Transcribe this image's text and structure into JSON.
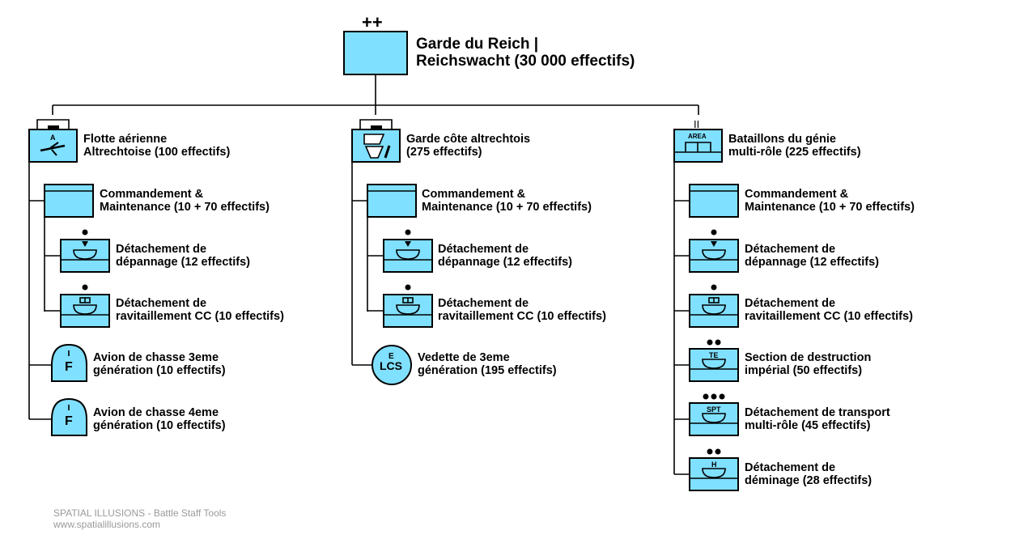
{
  "root": {
    "line1": "Garde du Reich |",
    "line2": "Reichswacht (30 000 effectifs)",
    "echelon": "++"
  },
  "units": {
    "air": {
      "line1": "Flotte aérienne",
      "line2": "Altrechtoise (100 effectifs)",
      "mod": "A"
    },
    "coast": {
      "line1": "Garde côte altrechtois",
      "line2": "(275 effectifs)"
    },
    "eng": {
      "line1": "Bataillons du génie",
      "line2": "multi-rôle (225 effectifs)",
      "mod": "AREA",
      "echelon": "II"
    }
  },
  "sub": {
    "cmd": {
      "line1": "Commandement &",
      "line2": "Maintenance (10 + 70 effectifs)"
    },
    "dep": {
      "line1": "Détachement de",
      "line2": "dépannage (12 effectifs)"
    },
    "rav": {
      "line1": "Détachement de",
      "line2": "ravitaillement CC (10 effectifs)"
    },
    "av3": {
      "line1": "Avion de chasse 3eme",
      "line2": "génération (10 effectifs)",
      "mod": "F"
    },
    "av4": {
      "line1": "Avion de chasse 4eme",
      "line2": "génération (10 effectifs)",
      "mod": "F"
    },
    "ved": {
      "line1": "Vedette de 3eme",
      "line2": "génération (195 effectifs)",
      "mod_top": "E",
      "mod": "LCS"
    },
    "te": {
      "line1": "Section de destruction",
      "line2": "impérial (50 effectifs)",
      "mod": "TE"
    },
    "spt": {
      "line1": "Détachement de transport",
      "line2": "multi-rôle (45 effectifs)",
      "mod": "SPT"
    },
    "h": {
      "line1": "Détachement de",
      "line2": "déminage (28 effectifs)",
      "mod": "H"
    }
  },
  "footer": {
    "line1": "SPATIAL ILLUSIONS - Battle Staff Tools",
    "line2": "www.spatialillusions.com"
  },
  "colors": {
    "fill": "#80e0ff",
    "stroke": "#000000",
    "footer": "#9a9a9a"
  }
}
